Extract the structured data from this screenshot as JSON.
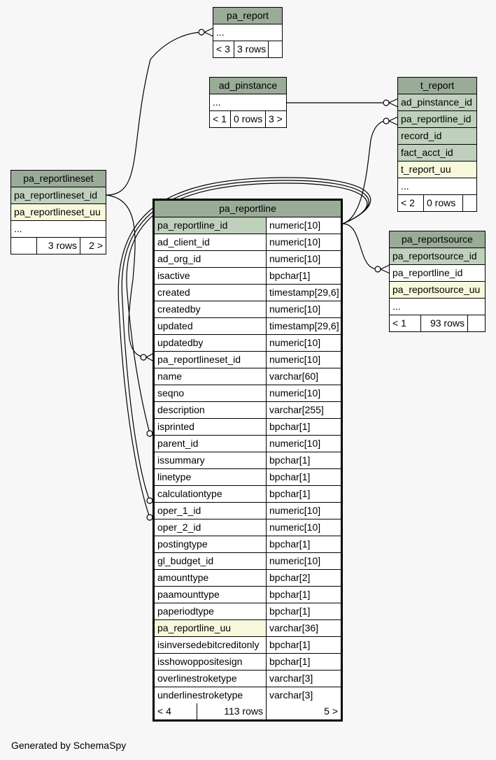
{
  "footer": "Generated by SchemaSpy",
  "tables": {
    "pa_report": {
      "name": "pa_report",
      "placeholder": "...",
      "footer": [
        "< 3",
        "3 rows",
        ""
      ]
    },
    "ad_pinstance": {
      "name": "ad_pinstance",
      "placeholder": "...",
      "footer": [
        "< 1",
        "0 rows",
        "3 >"
      ]
    },
    "t_report": {
      "name": "t_report",
      "columns": [
        "ad_pinstance_id",
        "pa_reportline_id",
        "record_id",
        "fact_acct_id",
        "t_report_uu"
      ],
      "placeholder": "...",
      "footer": [
        "< 2",
        "0 rows",
        ""
      ]
    },
    "pa_reportlineset": {
      "name": "pa_reportlineset",
      "columns": [
        "pa_reportlineset_id",
        "pa_reportlineset_uu"
      ],
      "placeholder": "...",
      "footer": [
        "",
        "3 rows",
        "2 >"
      ]
    },
    "pa_reportsource": {
      "name": "pa_reportsource",
      "columns": [
        "pa_reportsource_id",
        "pa_reportline_id",
        "pa_reportsource_uu"
      ],
      "placeholder": "...",
      "footer": [
        "< 1",
        "93 rows",
        ""
      ]
    },
    "pa_reportline": {
      "name": "pa_reportline",
      "columns": [
        {
          "name": "pa_reportline_id",
          "type": "numeric[10]"
        },
        {
          "name": "ad_client_id",
          "type": "numeric[10]"
        },
        {
          "name": "ad_org_id",
          "type": "numeric[10]"
        },
        {
          "name": "isactive",
          "type": "bpchar[1]"
        },
        {
          "name": "created",
          "type": "timestamp[29,6]"
        },
        {
          "name": "createdby",
          "type": "numeric[10]"
        },
        {
          "name": "updated",
          "type": "timestamp[29,6]"
        },
        {
          "name": "updatedby",
          "type": "numeric[10]"
        },
        {
          "name": "pa_reportlineset_id",
          "type": "numeric[10]"
        },
        {
          "name": "name",
          "type": "varchar[60]"
        },
        {
          "name": "seqno",
          "type": "numeric[10]"
        },
        {
          "name": "description",
          "type": "varchar[255]"
        },
        {
          "name": "isprinted",
          "type": "bpchar[1]"
        },
        {
          "name": "parent_id",
          "type": "numeric[10]"
        },
        {
          "name": "issummary",
          "type": "bpchar[1]"
        },
        {
          "name": "linetype",
          "type": "bpchar[1]"
        },
        {
          "name": "calculationtype",
          "type": "bpchar[1]"
        },
        {
          "name": "oper_1_id",
          "type": "numeric[10]"
        },
        {
          "name": "oper_2_id",
          "type": "numeric[10]"
        },
        {
          "name": "postingtype",
          "type": "bpchar[1]"
        },
        {
          "name": "gl_budget_id",
          "type": "numeric[10]"
        },
        {
          "name": "amounttype",
          "type": "bpchar[2]"
        },
        {
          "name": "paamounttype",
          "type": "bpchar[1]"
        },
        {
          "name": "paperiodtype",
          "type": "bpchar[1]"
        },
        {
          "name": "pa_reportline_uu",
          "type": "varchar[36]"
        },
        {
          "name": "isinversedebitcreditonly",
          "type": "bpchar[1]"
        },
        {
          "name": "isshowoppositesign",
          "type": "bpchar[1]"
        },
        {
          "name": "overlinestroketype",
          "type": "varchar[3]"
        },
        {
          "name": "underlinestroketype",
          "type": "varchar[3]"
        }
      ],
      "footer": [
        "< 4",
        "113 rows",
        "5 >"
      ]
    }
  },
  "colors": {
    "header": "#9aab98",
    "primary_key": "#bfd0bc",
    "unique": "#f7f8dc",
    "background": "#f7f7f7"
  }
}
